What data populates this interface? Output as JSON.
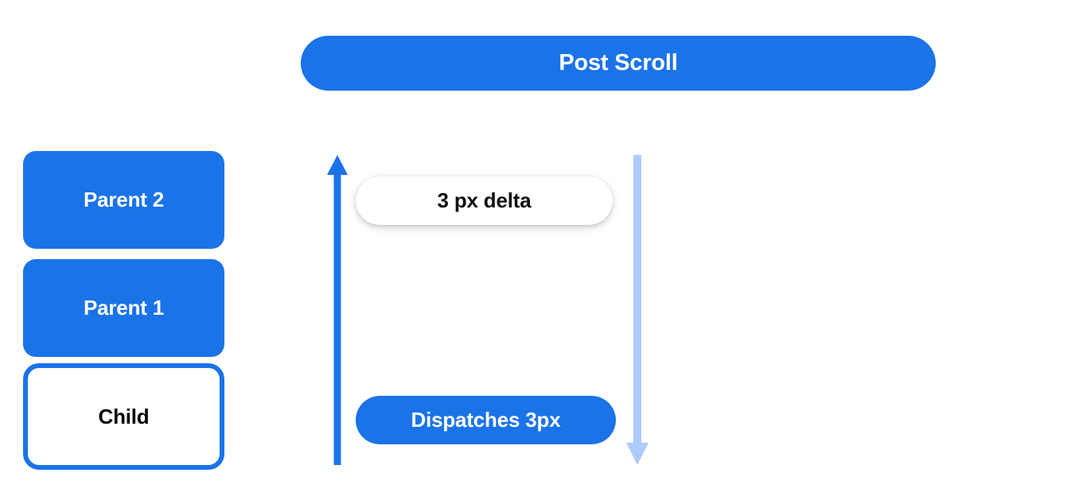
{
  "header": {
    "title": "Post Scroll"
  },
  "colors": {
    "primary_blue": "#1b73e8",
    "light_blue": "#aecbfa",
    "background": "#ffffff",
    "text_dark": "#101010",
    "text_light": "#ffffff"
  },
  "stack": {
    "items": [
      {
        "label": "Parent 2",
        "style": "filled"
      },
      {
        "label": "Parent 1",
        "style": "filled"
      },
      {
        "label": "Child",
        "style": "outlined"
      }
    ]
  },
  "flow": {
    "up_arrow": {
      "icon": "arrow-up-icon",
      "color": "#1b73e8",
      "direction": "up"
    },
    "down_arrow": {
      "icon": "arrow-down-icon",
      "color": "#aecbfa",
      "direction": "down"
    },
    "delta_label": "3 px delta",
    "dispatch_label": "Dispatches 3px"
  }
}
